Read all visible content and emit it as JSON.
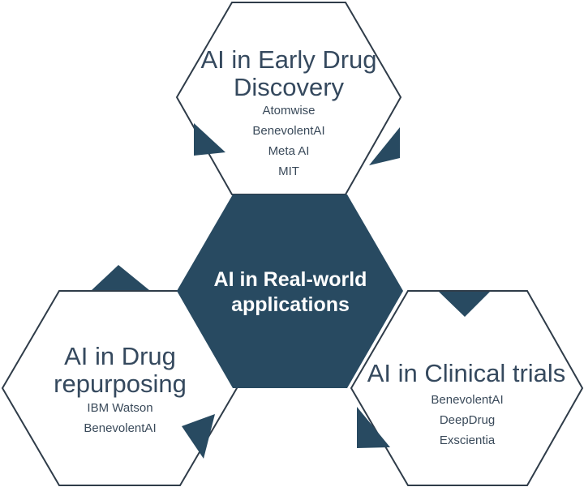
{
  "colors": {
    "dark": "#284a61",
    "outline": "#2f3c49",
    "background": "#ffffff"
  },
  "center": {
    "title": "AI in Real-world applications"
  },
  "top": {
    "title": "AI in Early Drug Discovery",
    "items": [
      "Atomwise",
      "BenevolentAI",
      "Meta AI",
      "MIT"
    ]
  },
  "left": {
    "title": "AI in Drug repurposing",
    "items": [
      "IBM Watson",
      "BenevolentAI"
    ]
  },
  "right": {
    "title": "AI in Clinical trials",
    "items": [
      "BenevolentAI",
      "DeepDrug",
      "Exscientia"
    ]
  }
}
